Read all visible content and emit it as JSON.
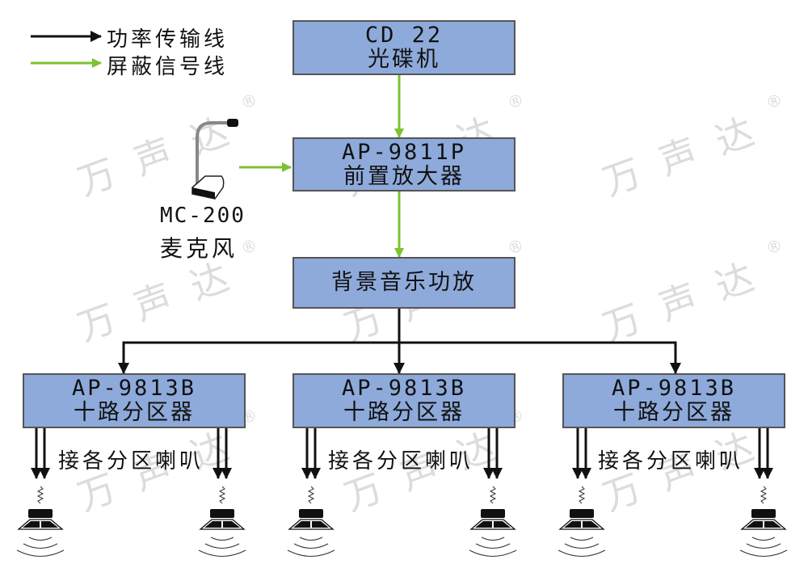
{
  "legend": {
    "power_line": "功率传输线",
    "shield_line": "屏蔽信号线"
  },
  "colors": {
    "box": "#8eaadb",
    "green": "#7dc22f",
    "black": "#111111"
  },
  "cd_player": {
    "model": "CD 22",
    "name": "光碟机"
  },
  "preamp": {
    "model": "AP-9811P",
    "name": "前置放大器"
  },
  "amplifier": {
    "name": "背景音乐功放"
  },
  "microphone": {
    "model": "MC-200",
    "name": "麦克风"
  },
  "zones": [
    {
      "model": "AP-9813B",
      "name": "十路分区器",
      "output": "接各分区喇叭"
    },
    {
      "model": "AP-9813B",
      "name": "十路分区器",
      "output": "接各分区喇叭"
    },
    {
      "model": "AP-9813B",
      "name": "十路分区器",
      "output": "接各分区喇叭"
    }
  ],
  "watermark": {
    "text": "万声达",
    "mark": "®"
  }
}
